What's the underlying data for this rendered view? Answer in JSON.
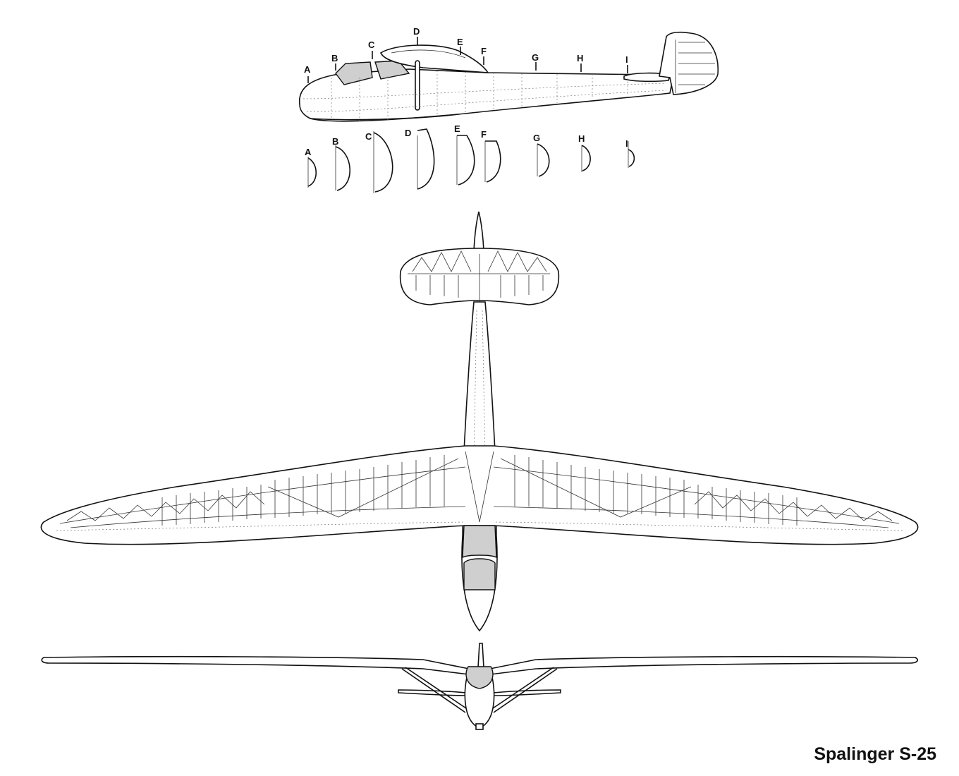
{
  "title": "Spalinger S-25",
  "stations": [
    "A",
    "B",
    "C",
    "D",
    "E",
    "F",
    "G",
    "H",
    "I"
  ],
  "section_labels": [
    "A",
    "B",
    "C",
    "D",
    "E",
    "F",
    "G",
    "H",
    "I"
  ]
}
